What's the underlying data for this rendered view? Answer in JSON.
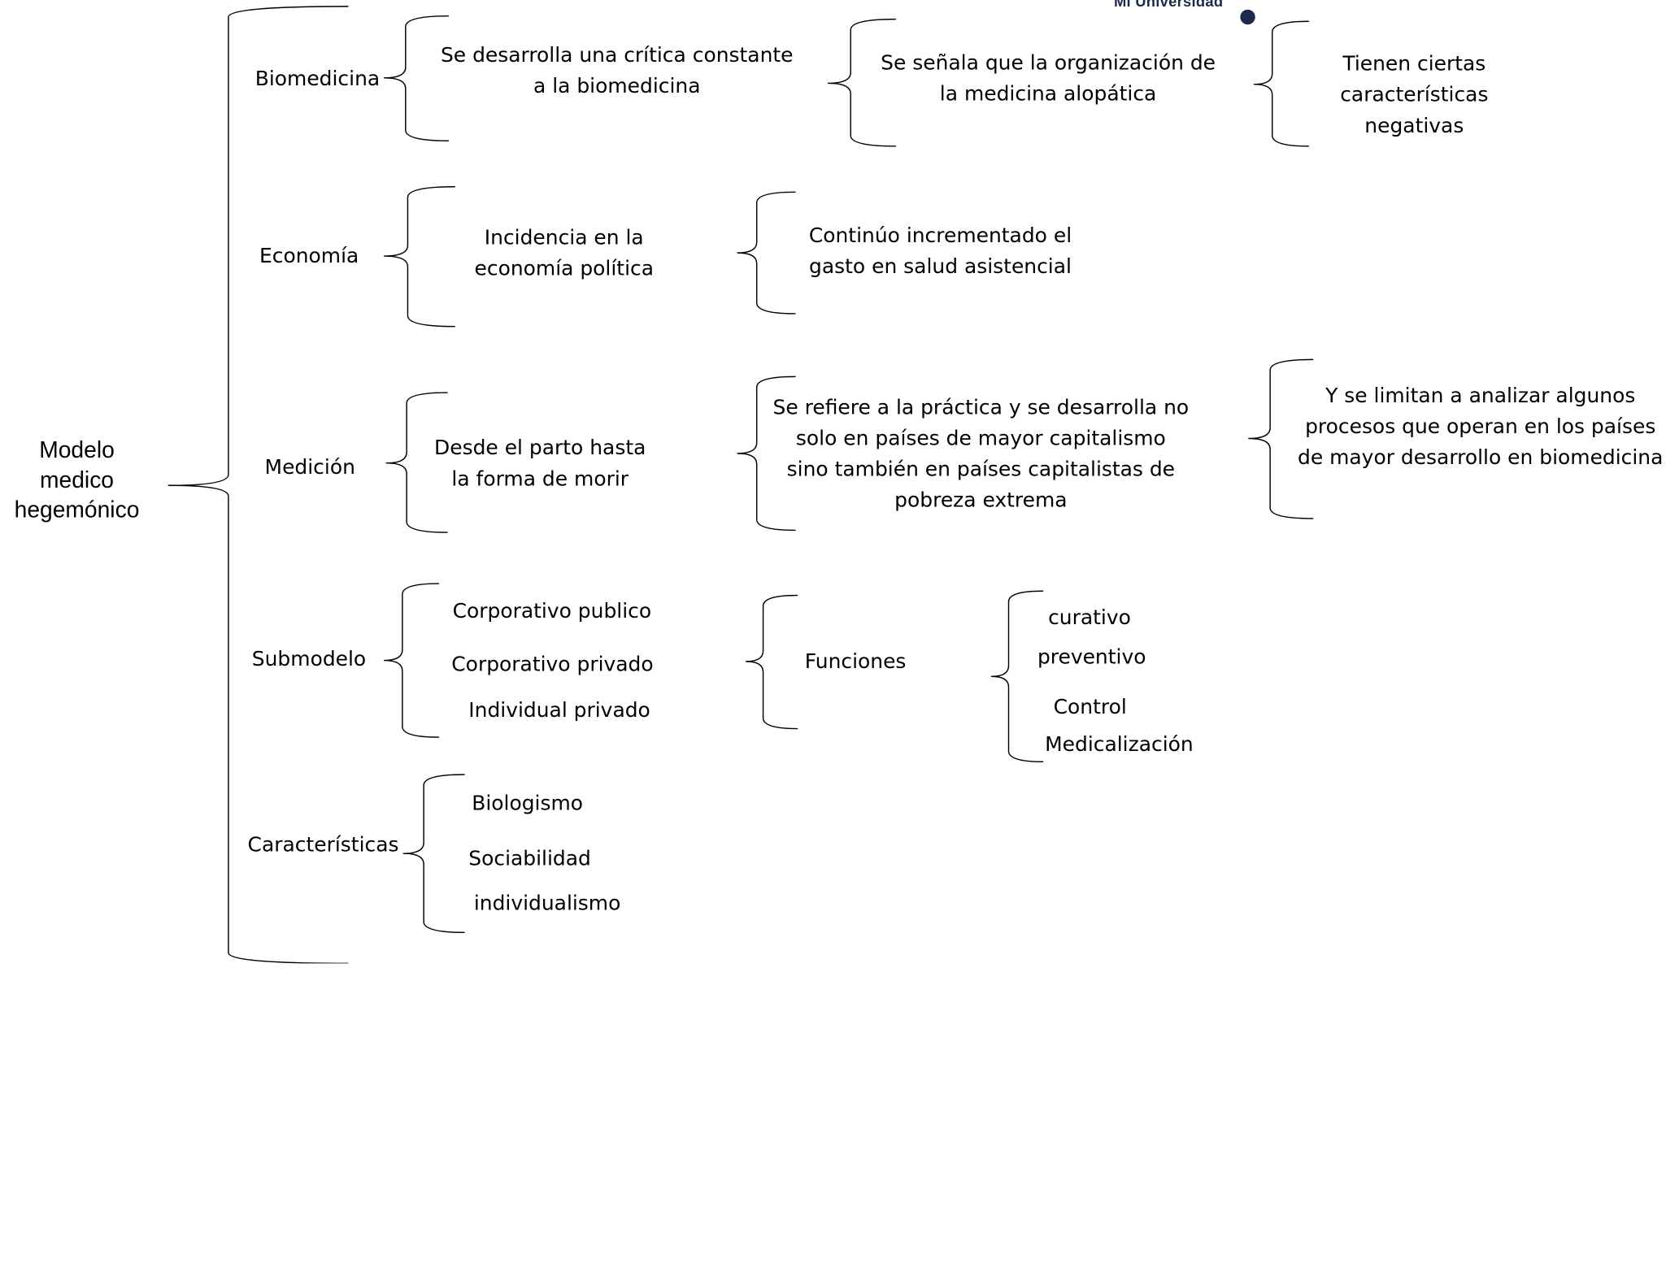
{
  "logo": {
    "text": "Mi Universidad"
  },
  "root": {
    "label": "Modelo medico hegemónico"
  },
  "branches": {
    "biomedicina": {
      "label": "Biomedicina",
      "items": [
        "Se desarrolla una crítica constante a la biomedicina",
        "Se señala que la organización de la medicina alopática",
        "Tienen ciertas características negativas"
      ]
    },
    "economia": {
      "label": "Economía",
      "items": [
        "Incidencia en la economía política",
        "Continúo incrementado el gasto en salud asistencial"
      ]
    },
    "medicion": {
      "label": "Medición",
      "items": [
        "Desde el parto hasta la forma de morir",
        "Se refiere a la práctica y se desarrolla no solo en países de mayor capitalismo sino también en países capitalistas de pobreza extrema",
        "Y se limitan a analizar algunos procesos que operan en los países de mayor desarrollo en biomedicina"
      ]
    },
    "submodelo": {
      "label": "Submodelo",
      "types": [
        "Corporativo publico",
        "Corporativo privado",
        "Individual privado"
      ],
      "funciones_label": "Funciones",
      "funciones": [
        "curativo",
        "preventivo",
        "Control",
        "Medicalización"
      ]
    },
    "caracteristicas": {
      "label": "Características",
      "items": [
        "Biologismo",
        "Sociabilidad",
        "individualismo"
      ]
    }
  }
}
